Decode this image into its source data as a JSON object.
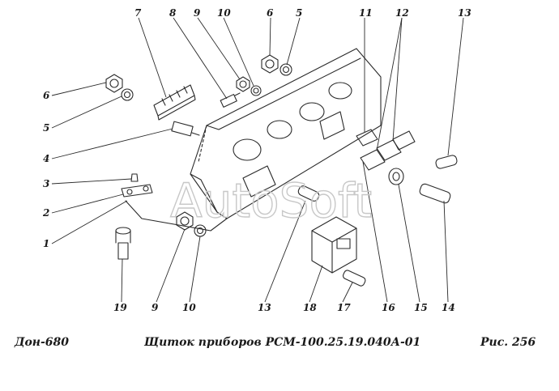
{
  "diagram": {
    "callouts": [
      {
        "id": "c7a",
        "label": "7"
      },
      {
        "id": "c8",
        "label": "8"
      },
      {
        "id": "c9a",
        "label": "9"
      },
      {
        "id": "c10a",
        "label": "10"
      },
      {
        "id": "c6a",
        "label": "6"
      },
      {
        "id": "c5a",
        "label": "5"
      },
      {
        "id": "c11",
        "label": "11"
      },
      {
        "id": "c12",
        "label": "12"
      },
      {
        "id": "c13a",
        "label": "13"
      },
      {
        "id": "c6b",
        "label": "6"
      },
      {
        "id": "c5b",
        "label": "5"
      },
      {
        "id": "c4",
        "label": "4"
      },
      {
        "id": "c3",
        "label": "3"
      },
      {
        "id": "c2",
        "label": "2"
      },
      {
        "id": "c1",
        "label": "1"
      },
      {
        "id": "c19",
        "label": "19"
      },
      {
        "id": "c9b",
        "label": "9"
      },
      {
        "id": "c10b",
        "label": "10"
      },
      {
        "id": "c13b",
        "label": "13"
      },
      {
        "id": "c18",
        "label": "18"
      },
      {
        "id": "c17",
        "label": "17"
      },
      {
        "id": "c16",
        "label": "16"
      },
      {
        "id": "c15",
        "label": "15"
      },
      {
        "id": "c14",
        "label": "14"
      }
    ],
    "watermark": "AutoSoft"
  },
  "caption": {
    "left": "Дон-680",
    "center": "Щиток приборов РСМ-100.25.19.040А-01",
    "right": "Рис.   256"
  }
}
